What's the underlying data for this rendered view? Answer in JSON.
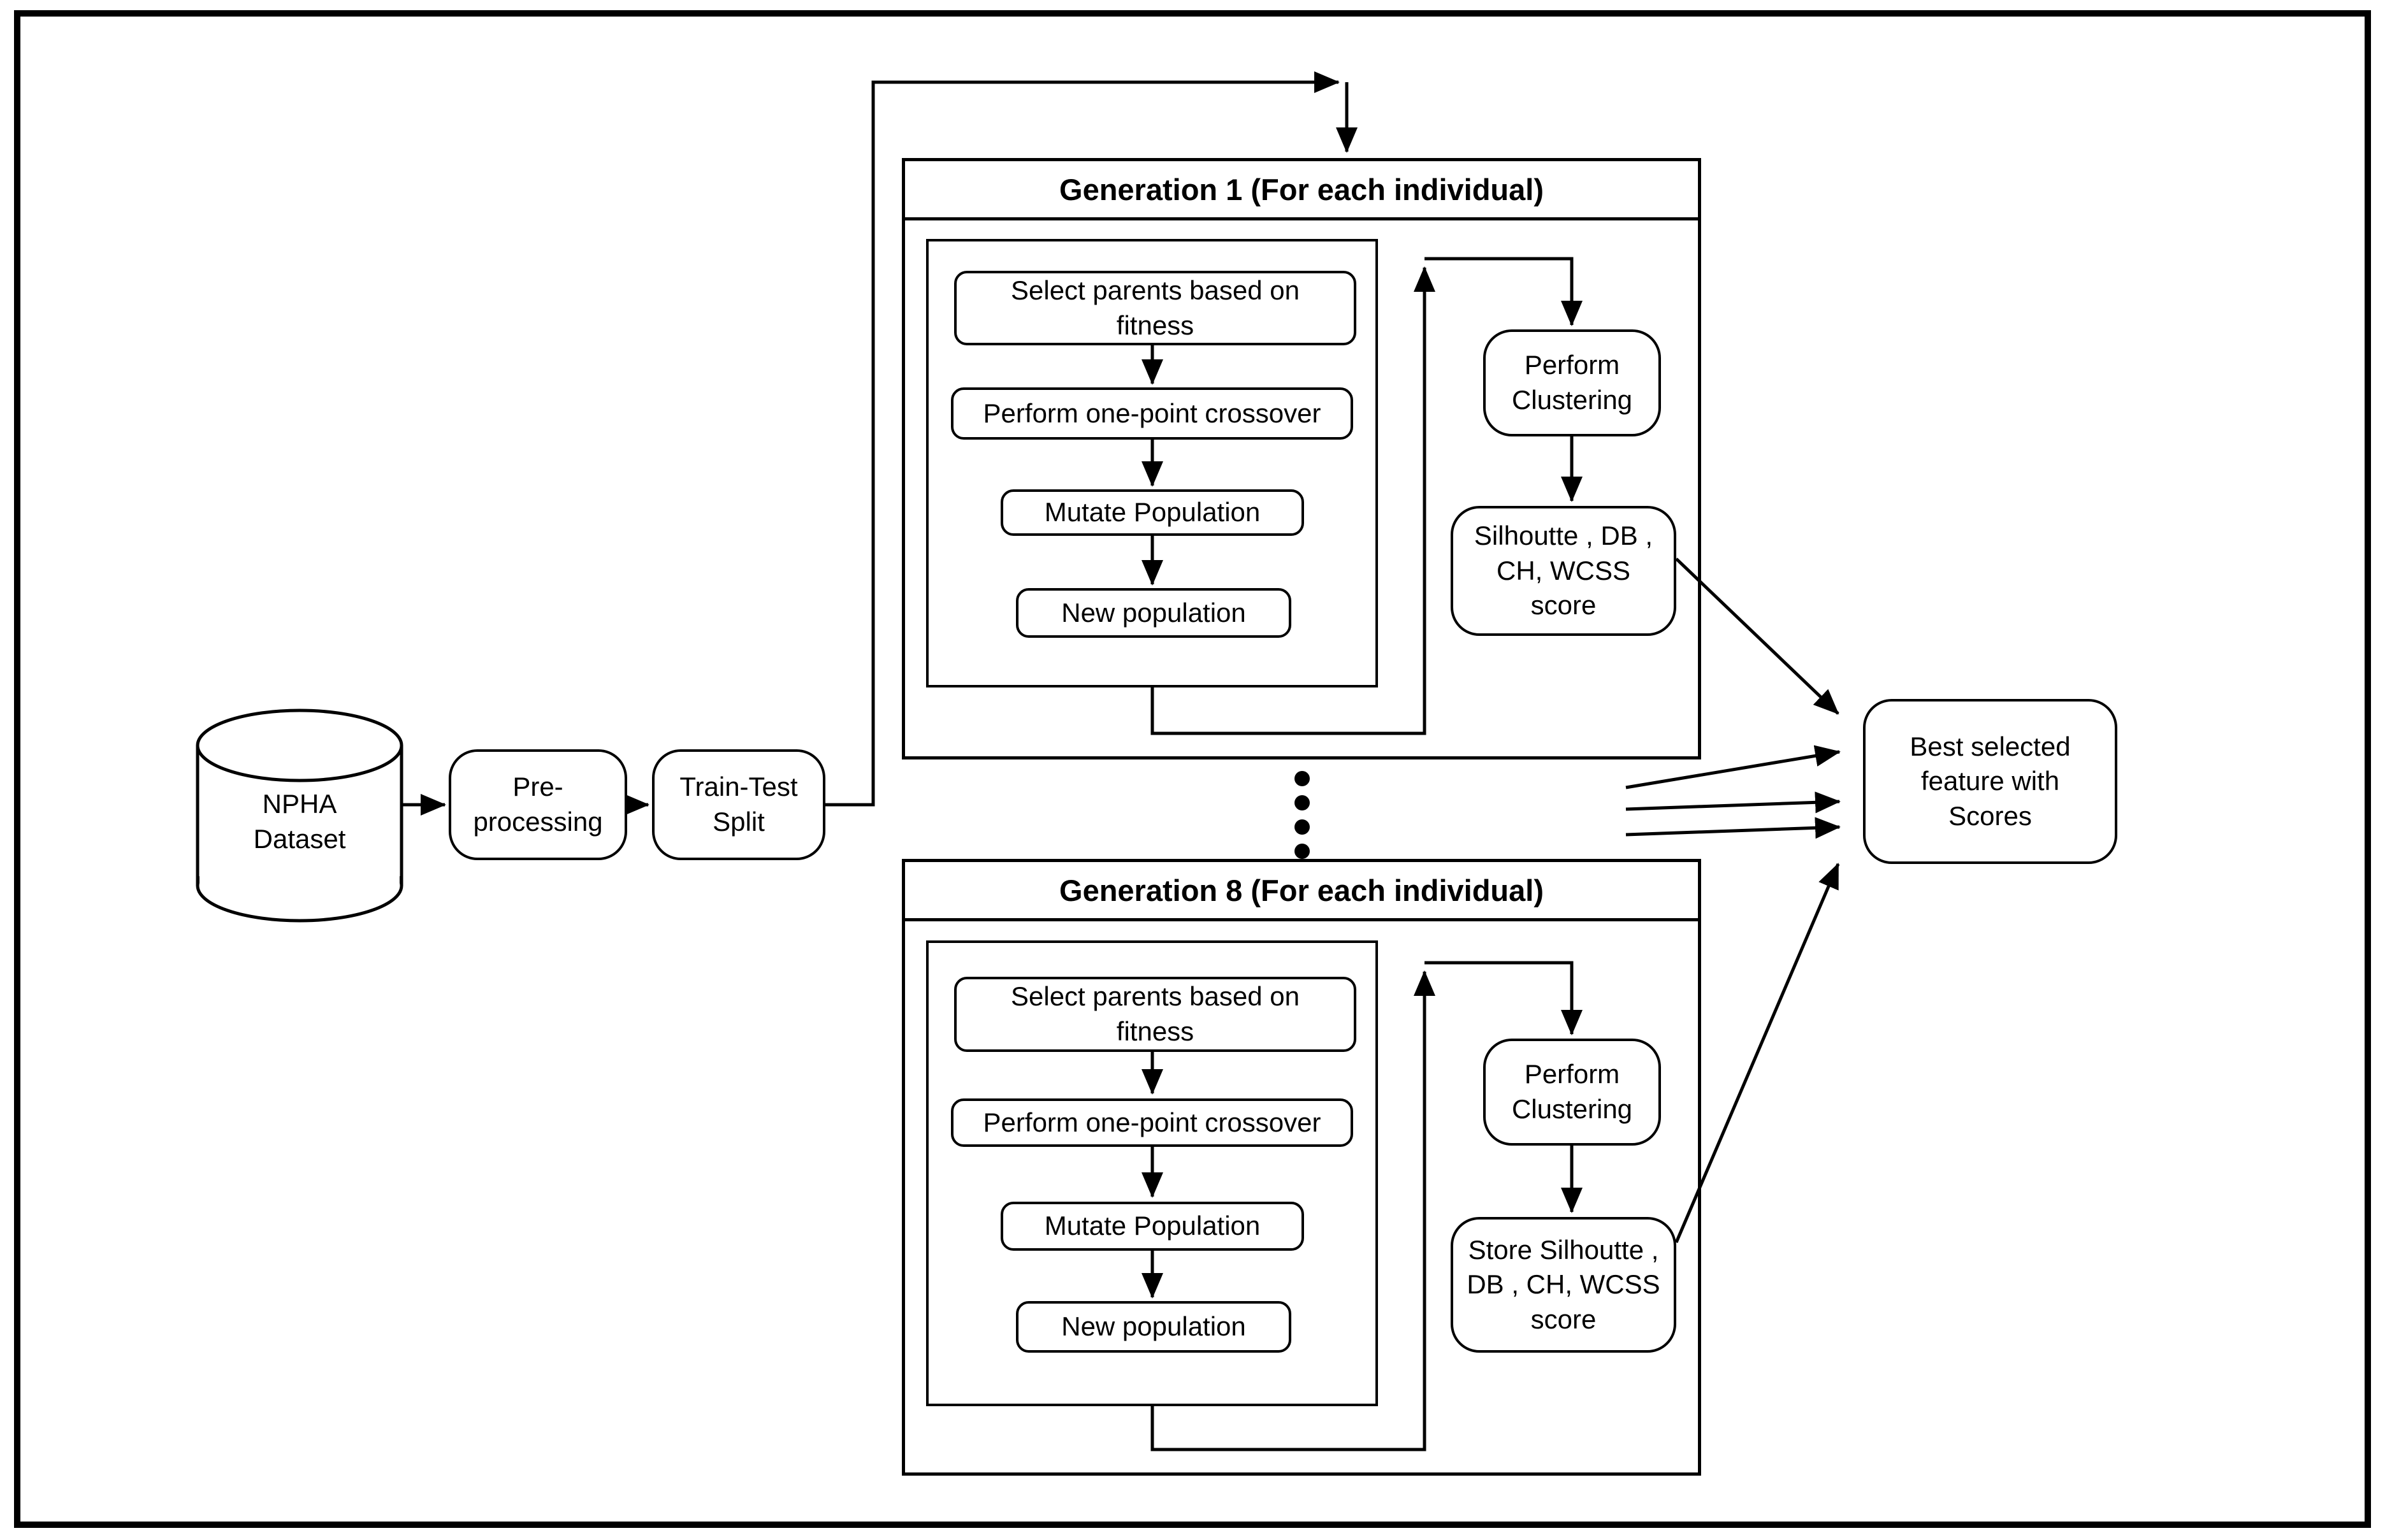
{
  "pipeline": {
    "dataset_label": "NPHA\nDataset",
    "preprocessing_label": "Pre-\nprocessing",
    "train_test_label": "Train-Test\nSplit"
  },
  "generations": [
    {
      "title": "Generation 1 (For each individual)",
      "steps": [
        "Select parents based on\nfitness",
        "Perform one-point crossover",
        "Mutate Population",
        "New population"
      ],
      "clustering_label": "Perform\nClustering",
      "scores_label": "Silhoutte , DB ,\nCH, WCSS\nscore"
    },
    {
      "title": "Generation 8 (For each individual)",
      "steps": [
        "Select parents based on\nfitness",
        "Perform one-point crossover",
        "Mutate Population",
        "New population"
      ],
      "clustering_label": "Perform\nClustering",
      "scores_label": "Store Silhoutte ,\nDB , CH, WCSS\nscore"
    }
  ],
  "output": {
    "best_label": "Best selected\nfeature with\nScores"
  },
  "colors": {
    "line": "#000000",
    "background": "#ffffff"
  }
}
